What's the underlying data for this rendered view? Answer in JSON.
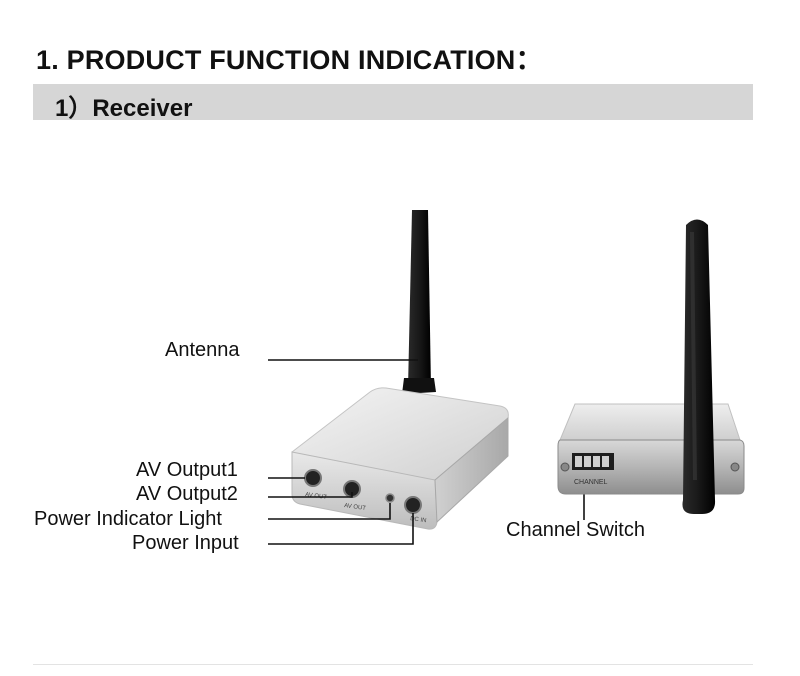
{
  "document": {
    "title": "1. PRODUCT FUNCTION INDICATION：",
    "section": "1）Receiver"
  },
  "figure": {
    "labels": {
      "antenna": "Antenna",
      "av_output1": "AV Output1",
      "av_output2": "AV Output2",
      "power_indicator": "Power Indicator Light",
      "power_input": "Power Input",
      "channel_switch": "Channel Switch"
    },
    "port_texts": {
      "av_out_1": "AV OUT",
      "av_out_2": "AV OUT",
      "dc_in": "DC IN",
      "channel": "CHANNEL"
    }
  }
}
